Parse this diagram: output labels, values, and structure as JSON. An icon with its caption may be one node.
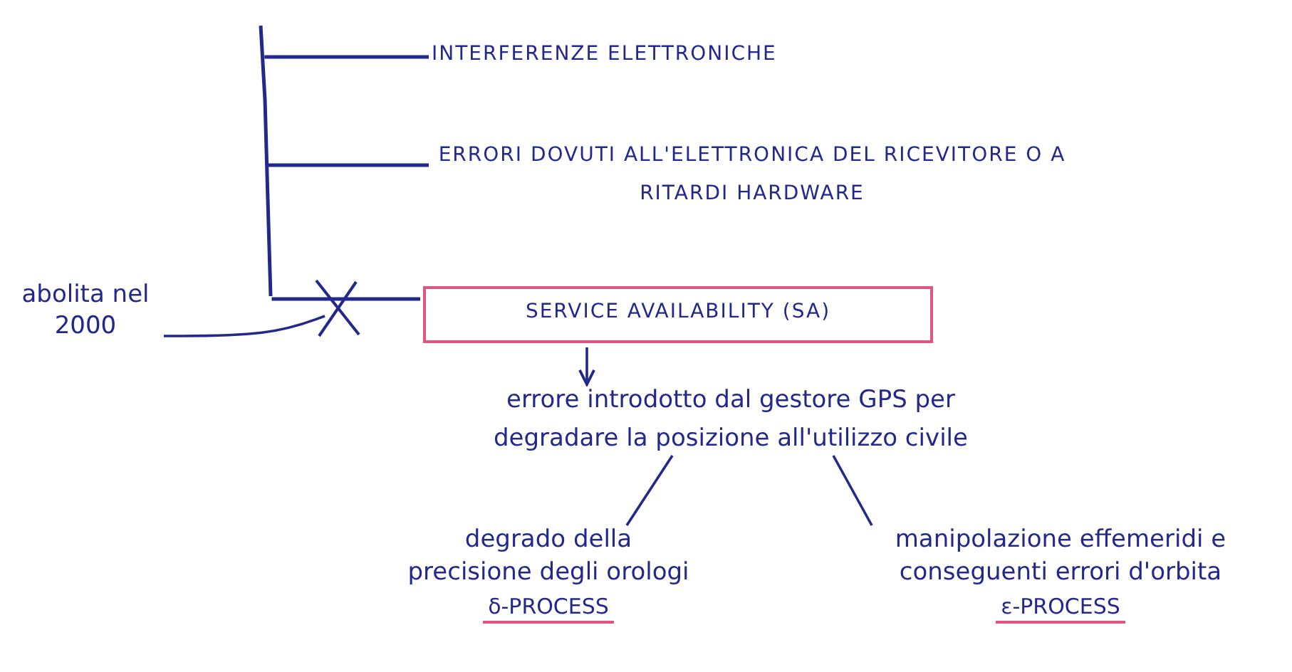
{
  "diagram": {
    "nodes": [
      {
        "text": [
          "INTERFERENZE ELETTRONICHE"
        ]
      },
      {
        "text": [
          "ERRORI DOVUTI ALL'ELETTRONICA DEL RICEVITORE O A RITARDI HARDWARE"
        ]
      },
      {
        "text": [
          "SERVICE AVAILABILITY (SA)"
        ]
      },
      {
        "text": [
          "abolita nel 2000"
        ]
      },
      {
        "text": [
          "errore introdotto dal gestore GPS per degradare la posizione all'utilizzo civile"
        ]
      },
      {
        "text": [
          "degrado della precisione degli orologi",
          "δ-PROCESS"
        ]
      },
      {
        "text": [
          "manipolazione effemeridi e conseguenti errori d'orbita",
          "ε-PROCESS"
        ]
      }
    ],
    "edges": [
      {
        "from": null,
        "to": 0,
        "arrow": "none"
      },
      {
        "from": null,
        "to": 1,
        "arrow": "none"
      },
      {
        "from": null,
        "to": 2,
        "arrow": "none"
      },
      {
        "from": 3,
        "to": null,
        "arrow": "none"
      },
      {
        "from": 2,
        "to": 4,
        "arrow": "to"
      },
      {
        "from": 4,
        "to": 5,
        "arrow": "none"
      },
      {
        "from": 4,
        "to": 6,
        "arrow": "none"
      }
    ]
  }
}
